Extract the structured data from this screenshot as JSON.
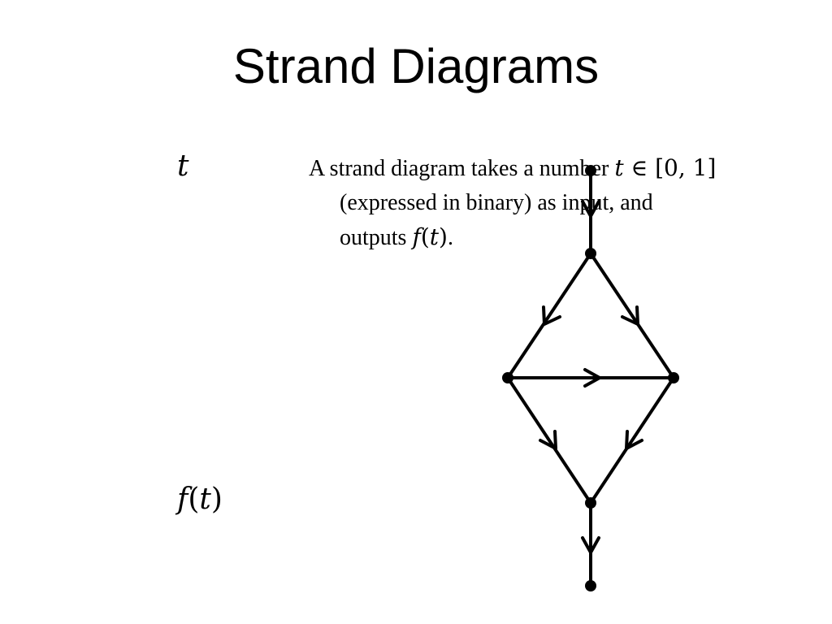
{
  "slide": {
    "title": "Strand Diagrams",
    "input_label": {
      "var": "t"
    },
    "output_label": {
      "fn": "f",
      "open": "(",
      "var": "t",
      "close": ")"
    },
    "description": {
      "line1_text": "A strand diagram takes a number ",
      "line1_var": "t",
      "line1_rel": " ∈ [0, 1]",
      "line2": "(expressed in binary) as input, and",
      "line3_text": "outputs ",
      "line3_fn": "f",
      "line3_open": "(",
      "line3_var": "t",
      "line3_close": ")",
      "line3_end": "."
    }
  }
}
